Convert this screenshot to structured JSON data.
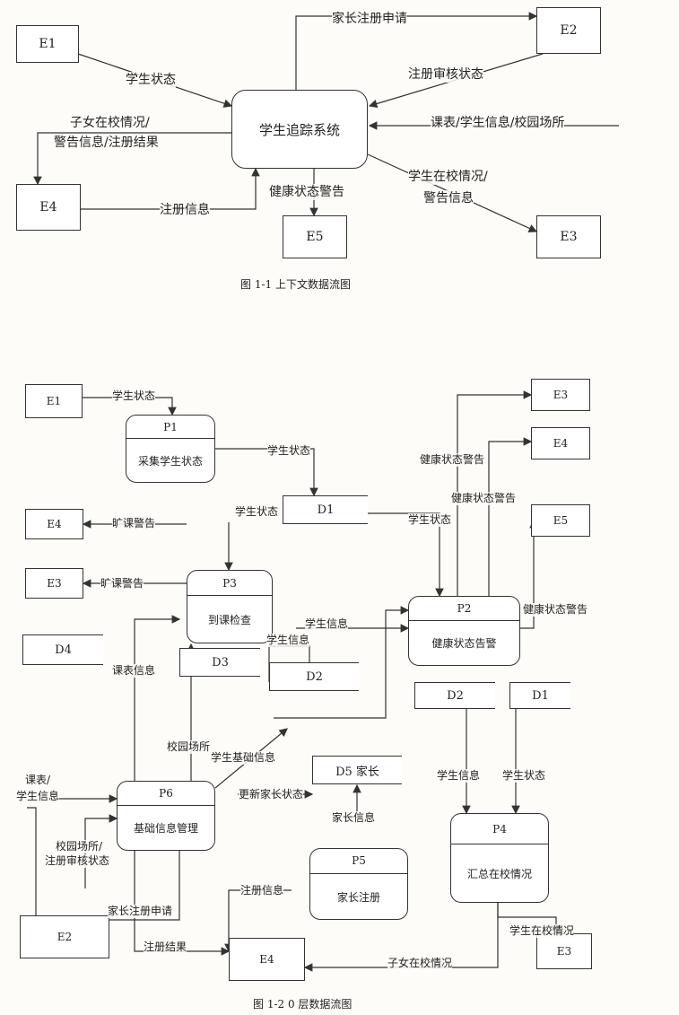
{
  "diagram1": {
    "caption": "图 1-1  上下文数据流图",
    "center": "学生追踪系统",
    "entities": {
      "e1": "E1",
      "e2": "E2",
      "e3": "E3",
      "e4": "E4",
      "e5": "E5"
    },
    "flows": {
      "parent_register": "家长注册申请",
      "student_status": "学生状态",
      "review_status": "注册审核状态",
      "child_info_l1": "子女在校情况/",
      "child_info_l2": "警告信息/注册结果",
      "timetable": "课表/学生信息/校园场所",
      "health_alert": "健康状态警告",
      "register_info": "注册信息",
      "school_info_l1": "学生在校情况/",
      "school_info_l2": "警告信息"
    }
  },
  "diagram2": {
    "caption": "图 1-2   0 层数据流图",
    "processes": {
      "p1": {
        "id": "P1",
        "name": "采集学生状态"
      },
      "p2": {
        "id": "P2",
        "name": "健康状态告警"
      },
      "p3": {
        "id": "P3",
        "name": "到课检查"
      },
      "p4": {
        "id": "P4",
        "name": "汇总在校情况"
      },
      "p5": {
        "id": "P5",
        "name": "家长注册"
      },
      "p6": {
        "id": "P6",
        "name": "基础信息管理"
      }
    },
    "entities": {
      "e1": "E1",
      "e3a": "E3",
      "e4a": "E4",
      "e5": "E5",
      "e4b": "E4",
      "e3b": "E3",
      "e2": "E2",
      "e4c": "E4",
      "e3c": "E3"
    },
    "stores": {
      "d1": "D1",
      "d4": "D4",
      "d3": "D3",
      "d2": "D2",
      "d5": "D5 家长",
      "d2b": "D2",
      "d1b": "D1"
    },
    "flows": {
      "f_status1": "学生状态",
      "f_status2": "学生状态",
      "f_status3": "学生状态",
      "f_status4": "学生状态",
      "f_status5": "学生状态",
      "f_health1": "健康状态警告",
      "f_health2": "健康状态警告",
      "f_health3": "健康状态警告",
      "f_absent1": "旷课警告",
      "f_absent2": "旷课警告",
      "f_sinfo1": "学生信息",
      "f_sinfo2": "学生信息",
      "f_sinfo3": "学生信息",
      "f_timetable": "课表信息",
      "f_campus": "校园场所",
      "f_basic": "学生基础信息",
      "f_update_parent": "更新家长状态",
      "f_parent_info": "家长信息",
      "f_tt_l1": "课表/",
      "f_tt_l2": "学生信息",
      "f_campus_review_l1": "校园场所/",
      "f_campus_review_l2": "注册审核状态",
      "f_parent_apply": "家长注册申请",
      "f_register_info": "注册信息",
      "f_register_result": "注册结果",
      "f_school_status": "学生在校情况",
      "f_child_status": "子女在校情况"
    }
  }
}
